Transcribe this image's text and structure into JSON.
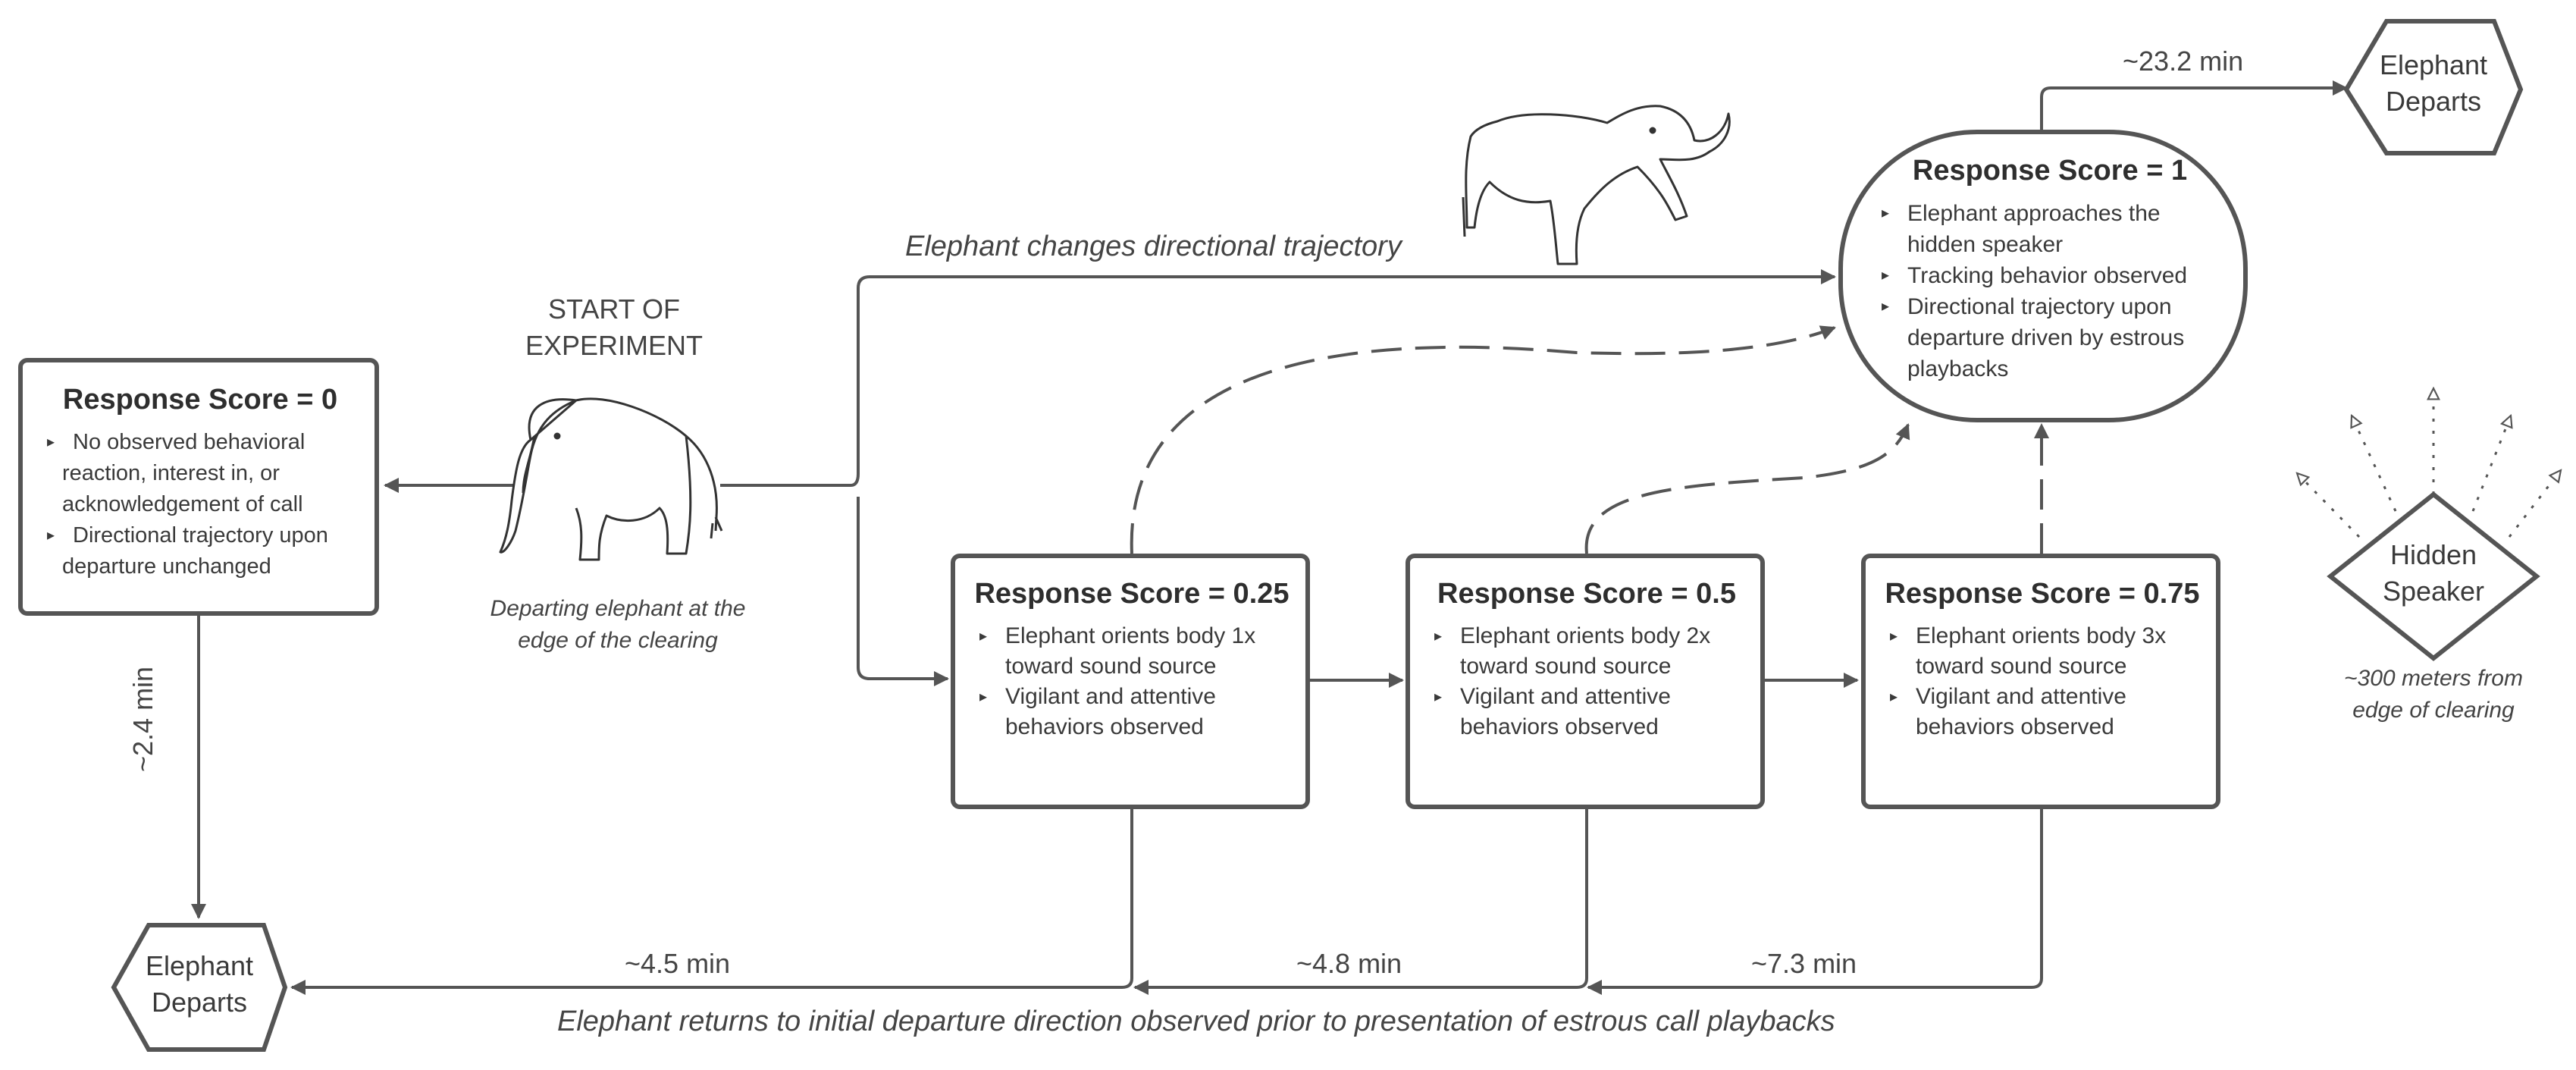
{
  "start": {
    "line1": "START OF",
    "line2": "EXPERIMENT"
  },
  "departing_caption": {
    "line1": "Departing elephant at the",
    "line2": "edge of the clearing"
  },
  "trajectory_label": "Elephant changes directional trajectory",
  "returns_label": "Elephant returns to initial departure direction observed prior to presentation of estrous call playbacks",
  "score0": {
    "title": "Response Score = 0",
    "items": [
      "No observed behavioral",
      "reaction, interest in, or",
      "acknowledgement of call",
      "Directional trajectory upon",
      "departure unchanged"
    ]
  },
  "score025": {
    "title": "Response Score = 0.25",
    "items": [
      "Elephant orients body 1x",
      "toward sound source",
      "Vigilant and attentive",
      "behaviors observed"
    ]
  },
  "score05": {
    "title": "Response Score = 0.5",
    "items": [
      "Elephant orients body 2x",
      "toward sound source",
      "Vigilant and attentive",
      "behaviors observed"
    ]
  },
  "score075": {
    "title": "Response Score = 0.75",
    "items": [
      "Elephant orients body 3x",
      "toward sound source",
      "Vigilant and attentive",
      "behaviors observed"
    ]
  },
  "score1": {
    "title": "Response Score = 1",
    "items": [
      "Elephant approaches the",
      "hidden speaker",
      "Tracking behavior observed",
      "Directional trajectory upon",
      "departure driven by estrous",
      "playbacks"
    ]
  },
  "departs_left": {
    "line1": "Elephant",
    "line2": "Departs"
  },
  "departs_right": {
    "line1": "Elephant",
    "line2": "Departs"
  },
  "speaker": {
    "line1": "Hidden",
    "line2": "Speaker"
  },
  "speaker_caption": {
    "line1": "~300 meters from",
    "line2": "edge of clearing"
  },
  "times": {
    "t_2_4": "~2.4 min",
    "t_4_5": "~4.5 min",
    "t_4_8": "~4.8 min",
    "t_7_3": "~7.3 min",
    "t_23_2": "~23.2 min"
  },
  "colors": {
    "line": "#555555",
    "text": "#333333",
    "background": "#ffffff"
  },
  "icons": [
    "elephant-walking-icon",
    "elephant-raised-trunk-icon",
    "sound-wave-arrows-icon"
  ]
}
